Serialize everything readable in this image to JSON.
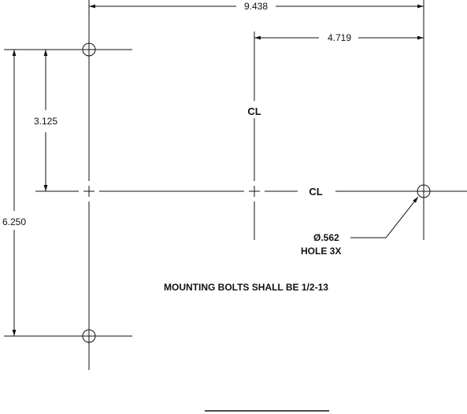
{
  "dimensions": {
    "overall_width": "9.438",
    "half_width": "4.719",
    "half_height": "3.125",
    "overall_height": "6.250"
  },
  "hole_callout": {
    "diameter": "Ø.562",
    "quantity": "HOLE 3X"
  },
  "centerline_symbol": "CL",
  "note": "MOUNTING BOLTS SHALL BE 1/2-13",
  "colors": {
    "line": "#111111",
    "background": "#ffffff"
  }
}
